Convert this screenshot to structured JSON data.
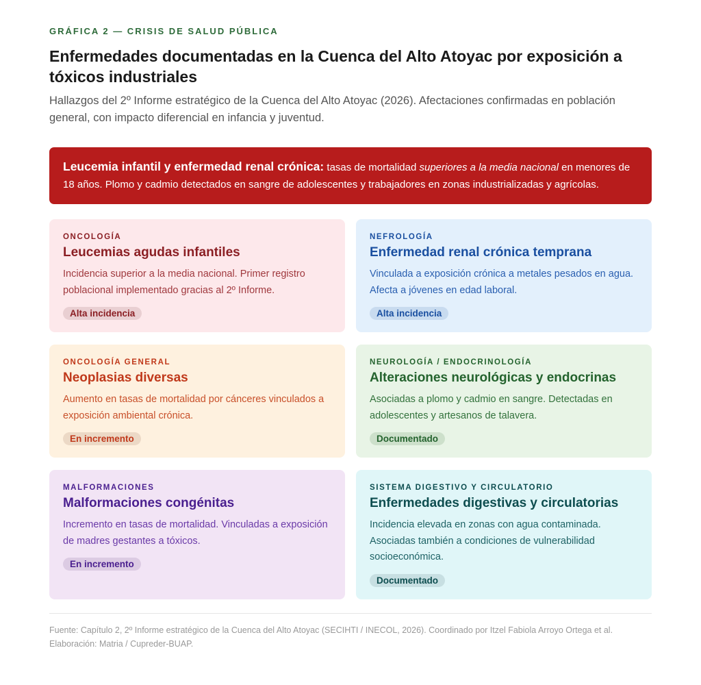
{
  "header": {
    "eyebrow": "GRÁFICA 2 — CRISIS DE SALUD PÚBLICA",
    "title": "Enfermedades documentadas en la Cuenca del Alto Atoyac por exposición a tóxicos industriales",
    "subtitle": "Hallazgos del 2º Informe estratégico de la Cuenca del Alto Atoyac (2026). Afectaciones confirmadas en población general, con impacto diferencial en infancia y juventud."
  },
  "alert": {
    "lead": "Leucemia infantil y enfermedad renal crónica:",
    "text1": " tasas de mortalidad ",
    "emph": "superiores a la media nacional",
    "text2": " en menores de 18 años. Plomo y cadmio detectados en sangre de adolescentes y trabajadores en zonas industrializadas y agrícolas."
  },
  "cards": [
    {
      "category": "ONCOLOGÍA",
      "title": "Leucemias agudas infantiles",
      "description": "Incidencia superior a la media nacional. Primer registro poblacional implementado gracias al 2º Informe.",
      "badge": "Alta incidencia",
      "bg": "#fde8eb",
      "fg": "#8b1f24",
      "text": "#a0393e",
      "badge_bg": "#e9cfd2"
    },
    {
      "category": "NEFROLOGÍA",
      "title": "Enfermedad renal crónica temprana",
      "description": "Vinculada a exposición crónica a metales pesados en agua. Afecta a jóvenes en edad laboral.",
      "badge": "Alta incidencia",
      "bg": "#e3f0fc",
      "fg": "#1a4fa0",
      "text": "#2a5fb0",
      "badge_bg": "#c8dbef"
    },
    {
      "category": "ONCOLOGÍA GENERAL",
      "title": "Neoplasias diversas",
      "description": "Aumento en tasas de mortalidad por cánceres vinculados a exposición ambiental crónica.",
      "badge": "En incremento",
      "bg": "#fef1df",
      "fg": "#c0391b",
      "text": "#c8502a",
      "badge_bg": "#ecd9c6"
    },
    {
      "category": "NEUROLOGÍA / ENDOCRINOLOGÍA",
      "title": "Alteraciones neurológicas y endocrinas",
      "description": "Asociadas a plomo y cadmio en sangre. Detectadas en adolescentes y artesanos de talavera.",
      "badge": "Documentado",
      "bg": "#e8f4e6",
      "fg": "#24632e",
      "text": "#33723c",
      "badge_bg": "#cde0cb"
    },
    {
      "category": "MALFORMACIONES",
      "title": "Malformaciones congénitas",
      "description": "Incremento en tasas de mortalidad. Vinculadas a exposición de madres gestantes a tóxicos.",
      "badge": "En incremento",
      "bg": "#f2e4f5",
      "fg": "#4a1f8f",
      "text": "#6a3aa8",
      "badge_bg": "#dccbe3"
    },
    {
      "category": "SISTEMA DIGESTIVO Y CIRCULATORIO",
      "title": "Enfermedades digestivas y circulatorias",
      "description": "Incidencia elevada en zonas con agua contaminada. Asociadas también a condiciones de vulnerabilidad socioeconómica.",
      "badge": "Documentado",
      "bg": "#e0f6f8",
      "fg": "#0d4d4f",
      "text": "#1f6366",
      "badge_bg": "#c7dfe2"
    }
  ],
  "footer": "Fuente: Capítulo 2, 2º Informe estratégico de la Cuenca del Alto Atoyac (SECIHTI / INECOL, 2026). Coordinado por Itzel Fabiola Arroyo Ortega et al. Elaboración: Matria / Cupreder-BUAP."
}
